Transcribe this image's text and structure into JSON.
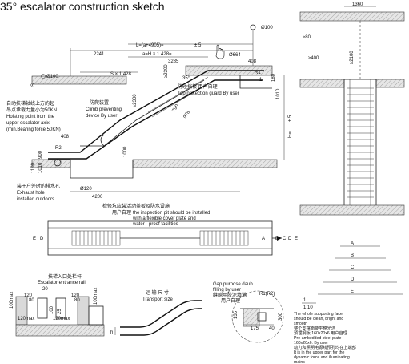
{
  "title": "35° escalator construction sketch",
  "side_view": {
    "length_formula": "L=(a+4905)=",
    "length_tol": "± 5",
    "a_formula": "a=H × 1.428=",
    "dim_2241": "2241",
    "dim_3285": "3285",
    "dim_S": "S × 1.428",
    "dim_100_top": "Ø100",
    "dim_664": "Ø664",
    "dim_408_top": "408",
    "dim_R1": "R1",
    "dim_1": "1",
    "dim_2300": "≥2300",
    "dim_2200": "≥2300",
    "angle_35": "35°",
    "dim_180": "180",
    "dim_1010": "1010",
    "dim_H": "H=",
    "dim_H_tol": "± 5",
    "dim_S_left": "S",
    "dim_100_left": "Ø100",
    "dim_978": "978",
    "dim_790": "790",
    "dim_1000": "1000",
    "dim_408_bottom": "408",
    "dim_R2": "R2",
    "dim_900": "900",
    "dim_1100": "1100",
    "dim_1010b": "1010",
    "dim_120": "Ø120",
    "dim_4200": "4200",
    "guard_cn": "防碰挡板 用户自理",
    "guard_en": "Top protection guard By user",
    "climb_cn": "防爬装置",
    "climb_en1": "Climb preventing",
    "climb_en2": "device By user",
    "hoist_cn1": "自动扶梯轴线上方的起",
    "hoist_cn2": "吊点承载力量小为50KN",
    "hoist_en1": "Hoisting point from the",
    "hoist_en2": "upper escalator axix",
    "hoist_en3": "(min.Bearing force 50KN)",
    "exhaust_cn": "装于户外时的排水孔",
    "exhaust_en1": "Exhaust hole",
    "exhaust_en2": "installed outdoors"
  },
  "end_view": {
    "dim_1360": "1360",
    "dim_80": "≥80",
    "dim_400": "≥400",
    "dim_2100": "≥2100",
    "labels": [
      "A",
      "B",
      "C",
      "D",
      "E"
    ]
  },
  "plan_view": {
    "pit_cn": "检修坑应装活动盖板及防水设施",
    "pit_cn2": "用户自理",
    "pit_en1": "the inspection pit should be installed",
    "pit_en2": "with a flexible cover plate and",
    "pit_en3": "water - proof facilities",
    "left_labels": [
      "E",
      "D"
    ],
    "right_labels": [
      "A",
      "B",
      "C",
      "D",
      "E"
    ]
  },
  "rail_detail": {
    "cn": "扶梯入口处栏杆",
    "en": "Escalator entrance rail",
    "dim_20": "20",
    "dim_120a": "120",
    "dim_80": "80",
    "dim_100": "100",
    "dim_25": "25",
    "dim_120b": "120",
    "dim_80b": "80",
    "dim_100max_l": "100max",
    "dim_100max_r": "100max",
    "dim_120max_l": "120max",
    "dim_120max_r": "120max"
  },
  "transport": {
    "cn": "运 输 尺 寸",
    "en": "Transport size",
    "h": "h"
  },
  "gap_detail": {
    "cn1": "Gap purpose daub",
    "cn2": "filling by user",
    "cn3": "缝隙用胶泥填满",
    "cn4": "用户自理",
    "r": "R1(R2)",
    "dim_135": "135",
    "dim_300": "300",
    "dim_175": "175",
    "dim_40": "40"
  },
  "notes": {
    "scale_1": "1",
    "scale": "1:10",
    "n1": "The whole supporting face",
    "n2": "should be clean, bright and",
    "n3": "smooth",
    "n4": "整个支撑面要平整光洁",
    "n5": "预埋钢板 160x20x6 用户自理",
    "n6": "Pre-ambedded steel plate",
    "n7": "160x20x6: By user",
    "n8": "动力和照明电源线预孔均在上端部",
    "n9": "It is in the upper part for the",
    "n10": "dynamic force and illuminating",
    "n11": "mains"
  }
}
